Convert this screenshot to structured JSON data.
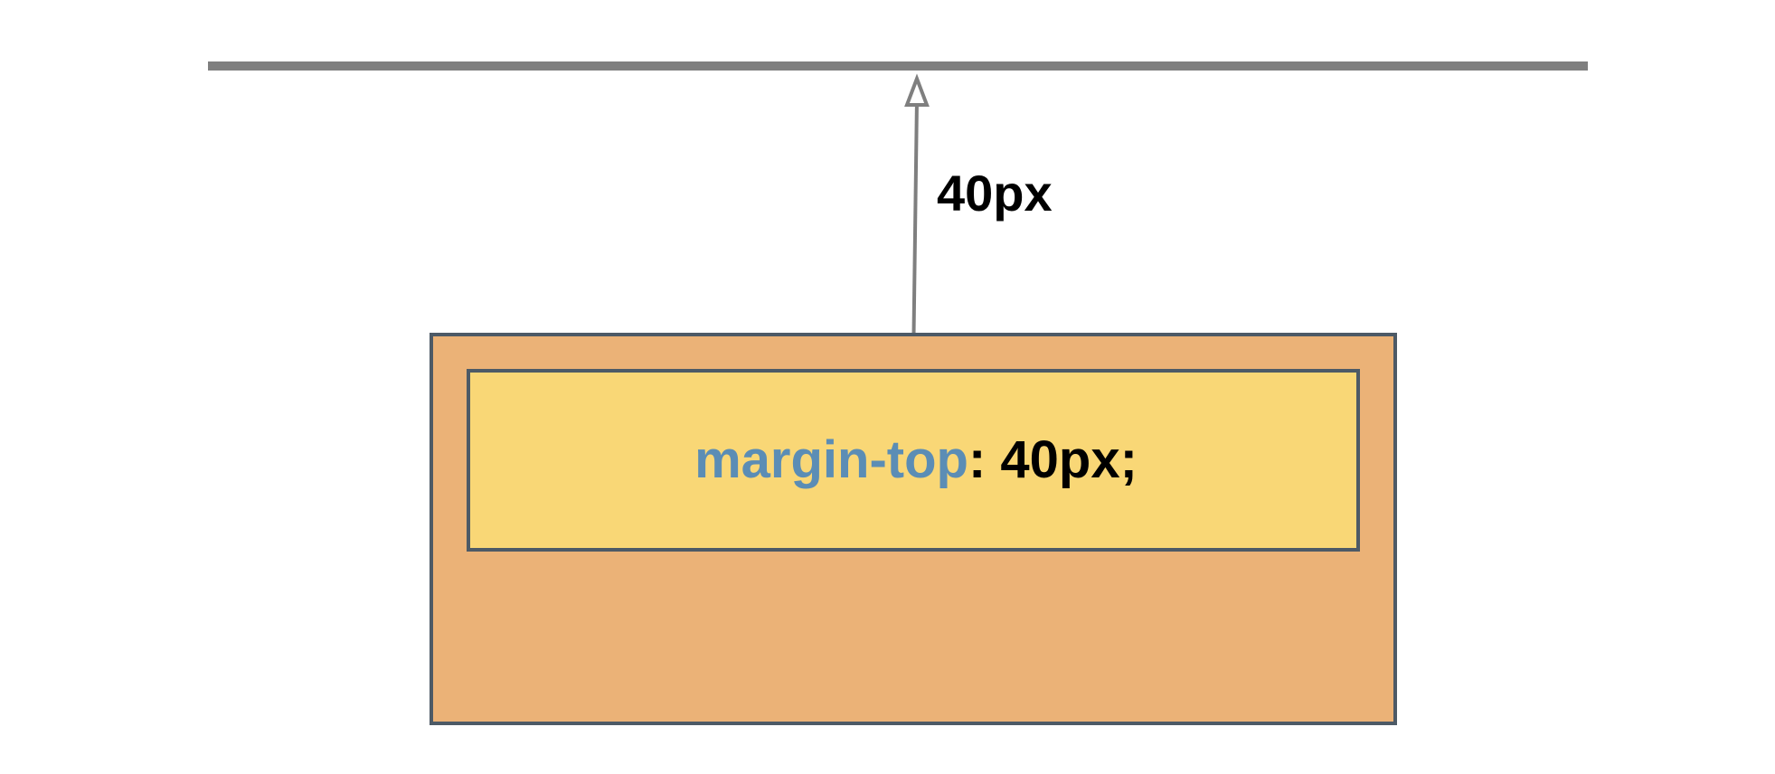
{
  "diagram": {
    "distance_label": "40px",
    "code": {
      "property": "margin-top",
      "separator_value": ": 40px;"
    },
    "colors": {
      "top_line": "#7f7f7f",
      "arrow": "#7f7f7f",
      "outer_box_fill": "#ebb277",
      "inner_box_fill": "#f9d776",
      "box_border": "#4d5a66",
      "property_text": "#5b8db5",
      "value_text": "#000000"
    }
  }
}
